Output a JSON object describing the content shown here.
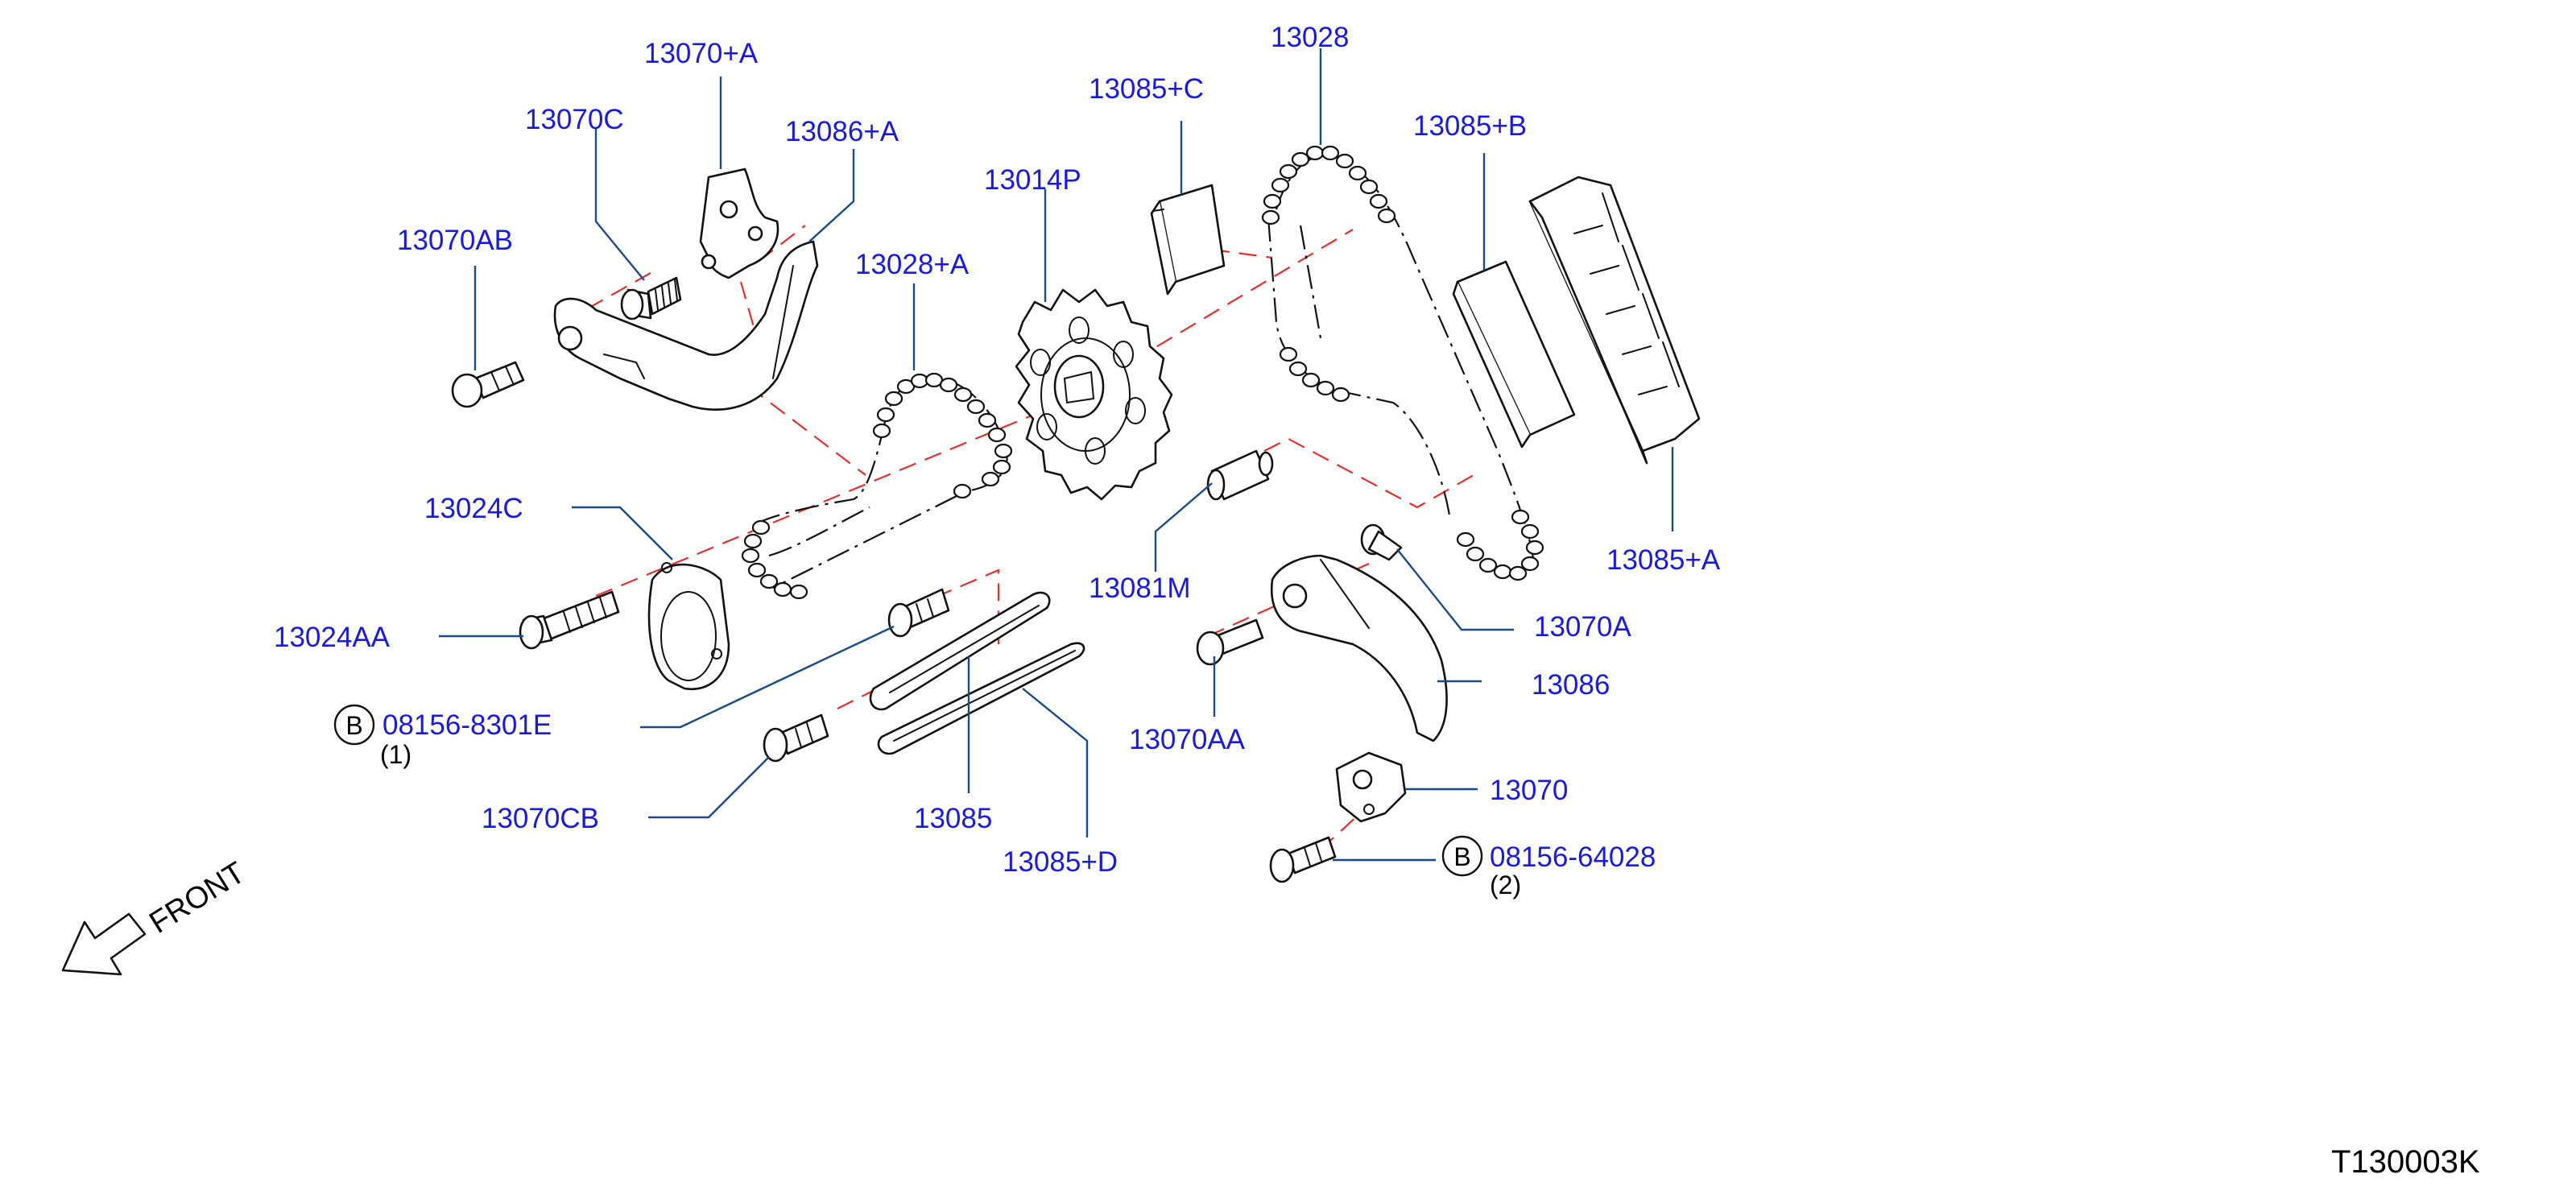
{
  "diagram": {
    "drawing_number": "T130003K",
    "front_label": "FRONT",
    "callouts": [
      {
        "id": "c1",
        "text": "13070+A"
      },
      {
        "id": "c2",
        "text": "13070C"
      },
      {
        "id": "c3",
        "text": "13086+A"
      },
      {
        "id": "c4",
        "text": "13070AB"
      },
      {
        "id": "c5",
        "text": "13028+A"
      },
      {
        "id": "c6",
        "text": "13014P"
      },
      {
        "id": "c7",
        "text": "13085+C"
      },
      {
        "id": "c8",
        "text": "13028"
      },
      {
        "id": "c9",
        "text": "13085+B"
      },
      {
        "id": "c10",
        "text": "13024C"
      },
      {
        "id": "c11",
        "text": "13024AA"
      },
      {
        "id": "c12",
        "text": "13081M"
      },
      {
        "id": "c13",
        "text": "13085+A"
      },
      {
        "id": "c14",
        "text": "13070A"
      },
      {
        "id": "c15",
        "text": "13086"
      },
      {
        "id": "c16",
        "text": "08156-8301E"
      },
      {
        "id": "c17",
        "text": "13070AA"
      },
      {
        "id": "c18",
        "text": "13070"
      },
      {
        "id": "c19",
        "text": "13070CB"
      },
      {
        "id": "c20",
        "text": "13085"
      },
      {
        "id": "c21",
        "text": "13085+D"
      },
      {
        "id": "c22",
        "text": "08156-64028"
      }
    ],
    "bolt_marks": [
      {
        "letter": "B",
        "qty": "(1)"
      },
      {
        "letter": "B",
        "qty": "(2)"
      }
    ]
  }
}
